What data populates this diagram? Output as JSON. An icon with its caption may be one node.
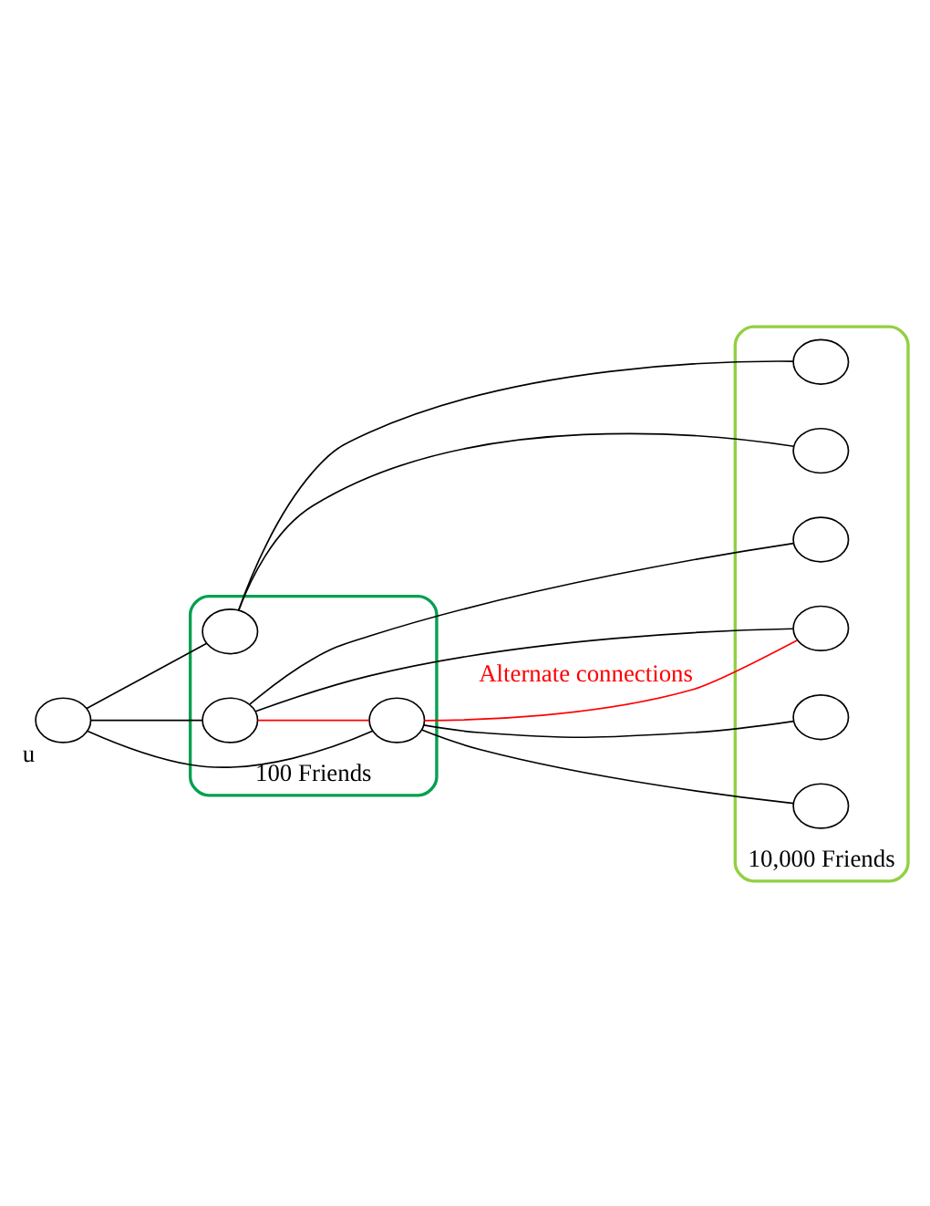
{
  "diagram": {
    "nodes": [
      {
        "text": [
          "100 Friends"
        ]
      },
      {
        "text": [
          "10,000 Friends"
        ]
      },
      {
        "text": [],
        "shape": "circle",
        "beside": [
          "u"
        ]
      },
      {
        "text": [],
        "shape": "circle",
        "in": 0
      },
      {
        "text": [],
        "shape": "circle",
        "in": 0
      },
      {
        "text": [],
        "shape": "circle",
        "in": 0
      },
      {
        "text": [],
        "shape": "circle",
        "in": 1
      },
      {
        "text": [],
        "shape": "circle",
        "in": 1
      },
      {
        "text": [],
        "shape": "circle",
        "in": 1
      },
      {
        "text": [],
        "shape": "circle",
        "in": 1
      },
      {
        "text": [],
        "shape": "circle",
        "in": 1
      },
      {
        "text": [],
        "shape": "circle",
        "in": 1
      }
    ],
    "edges": [
      {
        "from": 2,
        "to": 3,
        "arrow": "none"
      },
      {
        "from": 2,
        "to": 4,
        "arrow": "none"
      },
      {
        "from": 2,
        "to": 5,
        "arrow": "none"
      },
      {
        "from": 3,
        "to": 6,
        "arrow": "none"
      },
      {
        "from": 3,
        "to": 7,
        "arrow": "none"
      },
      {
        "from": 4,
        "to": 8,
        "arrow": "none"
      },
      {
        "from": 4,
        "to": 9,
        "arrow": "none"
      },
      {
        "from": 4,
        "to": 5,
        "arrow": "none",
        "color": "#ff0000"
      },
      {
        "from": 5,
        "to": 9,
        "arrow": "none",
        "color": "#ff0000",
        "label": "Alternate connections"
      },
      {
        "from": 5,
        "to": 10,
        "arrow": "none"
      },
      {
        "from": 5,
        "to": 11,
        "arrow": "none"
      }
    ]
  }
}
